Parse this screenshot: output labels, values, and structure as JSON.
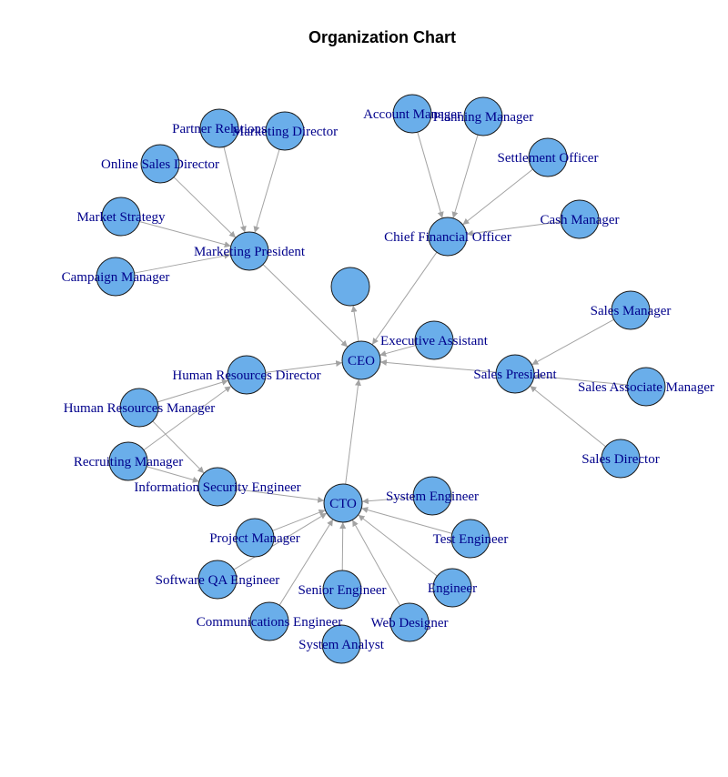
{
  "title": "Organization Chart",
  "colors": {
    "node_fill": "#6aaeea",
    "node_stroke": "#1a1a1a",
    "edge": "#a3a3a3",
    "label": "#00008b",
    "title": "#000000"
  },
  "nodes": [
    {
      "id": "ceo",
      "label": "CEO"
    },
    {
      "id": "blank",
      "label": ""
    },
    {
      "id": "exec_assistant",
      "label": "Executive Assistant"
    },
    {
      "id": "cfo",
      "label": "Chief Financial Officer"
    },
    {
      "id": "account_mgr",
      "label": "Account Manager"
    },
    {
      "id": "planning_mgr",
      "label": "Planning Manager"
    },
    {
      "id": "settlement",
      "label": "Settlement Officer"
    },
    {
      "id": "cash_mgr",
      "label": "Cash Manager"
    },
    {
      "id": "mkt_pres",
      "label": "Marketing President"
    },
    {
      "id": "partner_rel",
      "label": "Partner Relations"
    },
    {
      "id": "mkt_dir",
      "label": "Marketing Director"
    },
    {
      "id": "online_sales",
      "label": "Online Sales Director"
    },
    {
      "id": "mkt_strategy",
      "label": "Market Strategy"
    },
    {
      "id": "campaign_mgr",
      "label": "Campaign Manager"
    },
    {
      "id": "hr_dir",
      "label": "Human Resources Director"
    },
    {
      "id": "hr_mgr",
      "label": "Human Resources Manager"
    },
    {
      "id": "recruit_mgr",
      "label": "Recruiting Manager"
    },
    {
      "id": "info_sec",
      "label": "Information Security Engineer"
    },
    {
      "id": "sales_pres",
      "label": "Sales President"
    },
    {
      "id": "sales_mgr",
      "label": "Sales Manager"
    },
    {
      "id": "sales_assoc",
      "label": "Sales Associate Manager"
    },
    {
      "id": "sales_dir",
      "label": "Sales Director"
    },
    {
      "id": "cto",
      "label": "CTO"
    },
    {
      "id": "sys_eng",
      "label": "System Engineer"
    },
    {
      "id": "test_eng",
      "label": "Test Engineer"
    },
    {
      "id": "engineer",
      "label": "Engineer"
    },
    {
      "id": "web_designer",
      "label": "Web Designer"
    },
    {
      "id": "senior_eng",
      "label": "Senior Engineer"
    },
    {
      "id": "sys_analyst",
      "label": "System Analyst"
    },
    {
      "id": "comm_eng",
      "label": "Communications Engineer"
    },
    {
      "id": "sw_qa",
      "label": "Software QA Engineer"
    },
    {
      "id": "project_mgr",
      "label": "Project Manager"
    }
  ],
  "edges": [
    {
      "from": "ceo",
      "to": "blank"
    },
    {
      "from": "exec_assistant",
      "to": "ceo"
    },
    {
      "from": "cfo",
      "to": "ceo"
    },
    {
      "from": "mkt_pres",
      "to": "ceo"
    },
    {
      "from": "hr_dir",
      "to": "ceo"
    },
    {
      "from": "sales_pres",
      "to": "ceo"
    },
    {
      "from": "cto",
      "to": "ceo"
    },
    {
      "from": "account_mgr",
      "to": "cfo"
    },
    {
      "from": "planning_mgr",
      "to": "cfo"
    },
    {
      "from": "settlement",
      "to": "cfo"
    },
    {
      "from": "cash_mgr",
      "to": "cfo"
    },
    {
      "from": "partner_rel",
      "to": "mkt_pres"
    },
    {
      "from": "mkt_dir",
      "to": "mkt_pres"
    },
    {
      "from": "online_sales",
      "to": "mkt_pres"
    },
    {
      "from": "mkt_strategy",
      "to": "mkt_pres"
    },
    {
      "from": "campaign_mgr",
      "to": "mkt_pres"
    },
    {
      "from": "hr_mgr",
      "to": "hr_dir"
    },
    {
      "from": "recruit_mgr",
      "to": "hr_dir"
    },
    {
      "from": "hr_mgr",
      "to": "info_sec"
    },
    {
      "from": "recruit_mgr",
      "to": "info_sec"
    },
    {
      "from": "sales_mgr",
      "to": "sales_pres"
    },
    {
      "from": "sales_assoc",
      "to": "sales_pres"
    },
    {
      "from": "sales_dir",
      "to": "sales_pres"
    },
    {
      "from": "info_sec",
      "to": "cto"
    },
    {
      "from": "sys_eng",
      "to": "cto"
    },
    {
      "from": "test_eng",
      "to": "cto"
    },
    {
      "from": "engineer",
      "to": "cto"
    },
    {
      "from": "web_designer",
      "to": "cto"
    },
    {
      "from": "senior_eng",
      "to": "cto"
    },
    {
      "from": "comm_eng",
      "to": "cto"
    },
    {
      "from": "sw_qa",
      "to": "cto"
    },
    {
      "from": "project_mgr",
      "to": "cto"
    }
  ]
}
